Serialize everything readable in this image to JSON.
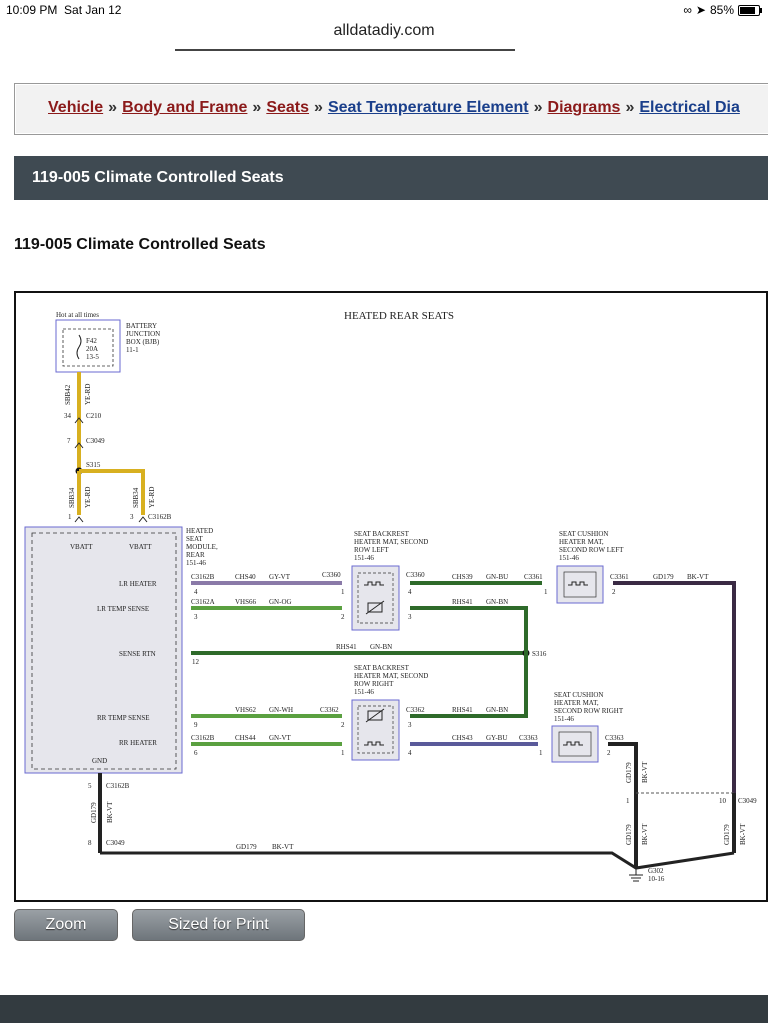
{
  "status": {
    "time": "10:09 PM",
    "date": "Sat Jan 12",
    "battery": "85%",
    "battery_level": 0.85
  },
  "browser": {
    "url": "alldatadiy.com"
  },
  "breadcrumb": {
    "items": [
      {
        "label": "Vehicle",
        "color": "#8b1a1a"
      },
      {
        "label": "Body and Frame",
        "color": "#8b1a1a"
      },
      {
        "label": "Seats",
        "color": "#8b1a1a"
      },
      {
        "label": "Seat Temperature Element",
        "color": "#1a3f8b"
      },
      {
        "label": "Diagrams",
        "color": "#8b1a1a"
      },
      {
        "label": "Electrical Dia",
        "color": "#1a3f8b"
      }
    ],
    "separator": "»"
  },
  "header": {
    "title": "119-005 Climate Controlled Seats"
  },
  "content": {
    "title": "119-005 Climate Controlled Seats"
  },
  "diagram": {
    "title": "HEATED REAR SEATS",
    "hot_label": "Hot at all times",
    "bjb": {
      "l1": "BATTERY",
      "l2": "JUNCTION",
      "l3": "BOX (BJB)",
      "l4": "11-1",
      "fuse": "F42",
      "amp": "20A",
      "ref": "13-5"
    },
    "top": {
      "wire1": "SBB42",
      "color1": "YE-RD",
      "pin34": "34",
      "c210": "C210",
      "pin7": "7",
      "c3049a": "C3049",
      "s315": "S315",
      "wire2": "SBB34",
      "color2": "YE-RD",
      "wire3": "SBB34",
      "color3": "YE-RD",
      "pin1": "1",
      "pin3": "3",
      "c3162b_top": "C3162B"
    },
    "module": {
      "l1": "HEATED",
      "l2": "SEAT",
      "l3": "MODULE,",
      "l4": "REAR",
      "l5": "151-46",
      "vbatt1": "VBATT",
      "vbatt2": "VBATT",
      "lr_heater": "LR HEATER",
      "lr_temp": "LR TEMP SENSE",
      "sense_rtn": "SENSE RTN",
      "rr_temp": "RR TEMP SENSE",
      "rr_heater": "RR HEATER",
      "gnd": "GND"
    },
    "lr_heater": {
      "conn": "C3162B",
      "circuit": "CHS40",
      "color": "GY-VT",
      "pin": "4",
      "c3360": "C3360",
      "pin_in": "1"
    },
    "lr_temp": {
      "conn": "C3162A",
      "circuit": "VHS66",
      "color": "GN-OG",
      "pin": "3",
      "pin_in": "2"
    },
    "sense_rtn": {
      "circuit": "RHS41",
      "color": "GN-BN",
      "pin": "12",
      "splice": "S316"
    },
    "rr_temp": {
      "circuit": "VHS62",
      "color": "GN-WH",
      "c3362": "C3362",
      "pin": "9",
      "pin_in": "2"
    },
    "rr_heater": {
      "conn": "C3162B",
      "circuit": "CHS44",
      "color": "GN-VT",
      "pin": "6",
      "pin_in": "1"
    },
    "backrest_left": {
      "l1": "SEAT BACKREST",
      "l2": "HEATER MAT, SECOND",
      "l3": "ROW LEFT",
      "l4": "151-46",
      "out_conn": "C3360",
      "pin4": "4",
      "pin3": "3",
      "chs39": "CHS39",
      "chs39_color": "GN-BU",
      "rhs41": "RHS41",
      "rhs41_color": "GN-BN"
    },
    "cushion_left": {
      "l1": "SEAT CUSHION",
      "l2": "HEATER MAT,",
      "l3": "SECOND ROW LEFT",
      "l4": "151-46",
      "in_conn": "C3361",
      "out_conn": "C3361",
      "pin1": "1",
      "pin2": "2",
      "gd179": "GD179",
      "gd179_color": "BK-VT"
    },
    "backrest_right": {
      "l1": "SEAT BACKREST",
      "l2": "HEATER MAT, SECOND",
      "l3": "ROW RIGHT",
      "l4": "151-46",
      "out_conn": "C3362",
      "pin3": "3",
      "pin4": "4",
      "rhs41": "RHS41",
      "rhs41_color": "GN-BN",
      "chs43": "CHS43",
      "chs43_color": "GY-BU"
    },
    "cushion_right": {
      "l1": "SEAT CUSHION",
      "l2": "HEATER MAT,",
      "l3": "SECOND ROW RIGHT",
      "l4": "151-46",
      "in_conn": "C3363",
      "out_conn": "C3363",
      "pin1": "1",
      "pin2": "2"
    },
    "ground": {
      "pin5": "5",
      "conn": "C3162B",
      "wire": "GD179",
      "color": "BK-VT",
      "pin8": "8",
      "c3049": "C3049",
      "bottom_wire": "GD179",
      "bottom_color": "BK-VT",
      "pin1": "1",
      "pin10": "10",
      "c3049r": "C3049",
      "right_wire1": "GD179",
      "right_color1": "BK-VT",
      "right_wire2": "GD179",
      "right_color2": "BK-VT",
      "right_wire3": "GD179",
      "right_color3": "BK-VT",
      "g302": "G302",
      "g302_ref": "10-16"
    }
  },
  "buttons": {
    "zoom": "Zoom",
    "print": "Sized for Print"
  }
}
